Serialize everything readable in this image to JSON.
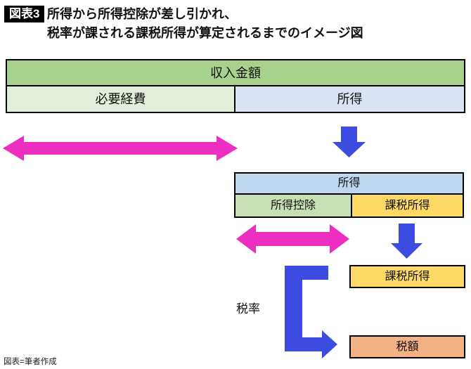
{
  "header": {
    "badge": "図表3",
    "title_line1": "所得から所得控除が差し引かれ、",
    "title_line2": "税率が課される課税所得が算定されるまでのイメージ図"
  },
  "diagram": {
    "block_top": {
      "income_total": "収入金額",
      "expenses": "必要経費",
      "income": "所得"
    },
    "block_middle": {
      "income": "所得",
      "deduction": "所得控除",
      "taxable_income": "課税所得"
    },
    "taxable_income_bar": "課税所得",
    "tax_rate_label": "税率",
    "tax_amount_bar": "税額",
    "icons": {
      "expenses_span": "pink-double-horizontal-arrow",
      "income_flow": "blue-down-arrow",
      "deduction_span": "pink-double-horizontal-arrow",
      "taxable_flow": "blue-down-arrow",
      "tax_rate_flow": "blue-bent-right-arrow"
    }
  },
  "footer": {
    "credit": "図表=筆者作成"
  },
  "colors": {
    "income_total_green": "#a9d18e",
    "expenses_pale_green": "#e2efda",
    "income_lavender": "#dae3f3",
    "income_light_blue": "#bdd7ee",
    "deduction_green": "#c6e0b4",
    "taxable_yellow": "#ffd966",
    "tax_amount_orange": "#f4b183",
    "arrow_pink": "#ec2fc1",
    "arrow_blue": "#3d4ce0",
    "border_black": "#000000"
  }
}
